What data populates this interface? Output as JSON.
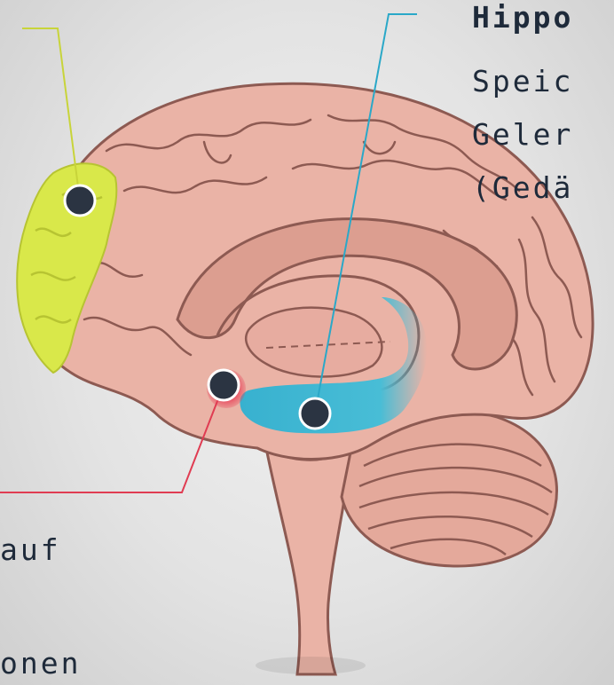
{
  "labels": {
    "hippocampus_title": "Hippo",
    "hippocampus_line1": "Speic",
    "hippocampus_line2": "Geler",
    "hippocampus_line3": "(Gedä",
    "amygdala_line1": "auf",
    "amygdala_line2": "onen"
  },
  "colors": {
    "brain_fill": "#eab3a6",
    "brain_outline": "#8d5a52",
    "prefrontal": "#d9e84a",
    "hippocampus": "#38b1cf",
    "amygdala": "#e8445a",
    "marker": "#2b3442",
    "leader_prefrontal": "#c8d43a",
    "leader_hippocampus": "#2aa8c8",
    "leader_amygdala": "#e03c52"
  },
  "icons": {
    "markers": [
      "marker-dot-icon",
      "marker-dot-icon",
      "marker-dot-icon"
    ]
  }
}
